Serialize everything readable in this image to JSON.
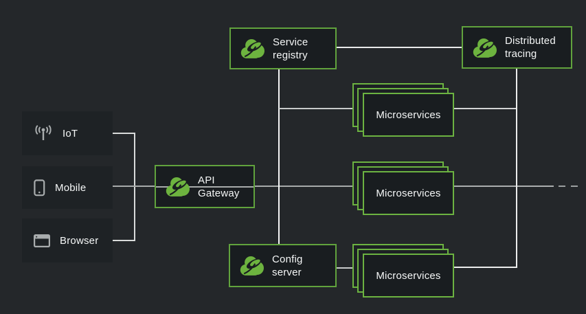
{
  "colors": {
    "background": "#24272a",
    "spring_green": "#6db33f",
    "box_border_green": "#61a33d",
    "service_box_fill": "#191d20",
    "client_box_fill": "#1e2225",
    "text": "#f5f7f7",
    "line_white": "#f4f5f5",
    "line_gray": "#a8abab",
    "client_icon_gray": "#a9adae"
  },
  "clients": [
    {
      "label": "IoT",
      "icon": "iot-antenna-icon"
    },
    {
      "label": "Mobile",
      "icon": "mobile-phone-icon"
    },
    {
      "label": "Browser",
      "icon": "browser-window-icon"
    }
  ],
  "services": {
    "api_gateway": {
      "label": "API Gateway",
      "icon": "spring-logo-icon"
    },
    "service_registry": {
      "label": "Service registry",
      "icon": "spring-logo-icon"
    },
    "distributed_tracing": {
      "label": "Distributed tracing",
      "icon": "spring-logo-icon"
    },
    "config_server": {
      "label": "Config server",
      "icon": "spring-logo-icon"
    }
  },
  "microservices": [
    {
      "label": "Microservices"
    },
    {
      "label": "Microservices"
    },
    {
      "label": "Microservices"
    }
  ],
  "connections": [
    {
      "from": "IoT",
      "to": "client-bracket"
    },
    {
      "from": "Mobile",
      "to": "API Gateway"
    },
    {
      "from": "Browser",
      "to": "client-bracket"
    },
    {
      "from": "API Gateway",
      "to": "Service registry"
    },
    {
      "from": "API Gateway",
      "to": "Config server"
    },
    {
      "from": "API Gateway",
      "to": "Microservices (row 1)"
    },
    {
      "from": "API Gateway",
      "to": "Microservices (row 2)"
    },
    {
      "from": "Service registry",
      "to": "Distributed tracing"
    },
    {
      "from": "Distributed tracing",
      "to": "Microservices (row 1)"
    },
    {
      "from": "Distributed tracing",
      "to": "Microservices (row 3)"
    },
    {
      "from": "Config server",
      "to": "Microservices (row 3)"
    },
    {
      "from": "Microservices (row 2)",
      "to": "dashed continuation (right edge)"
    }
  ],
  "dashed_continuation": true
}
